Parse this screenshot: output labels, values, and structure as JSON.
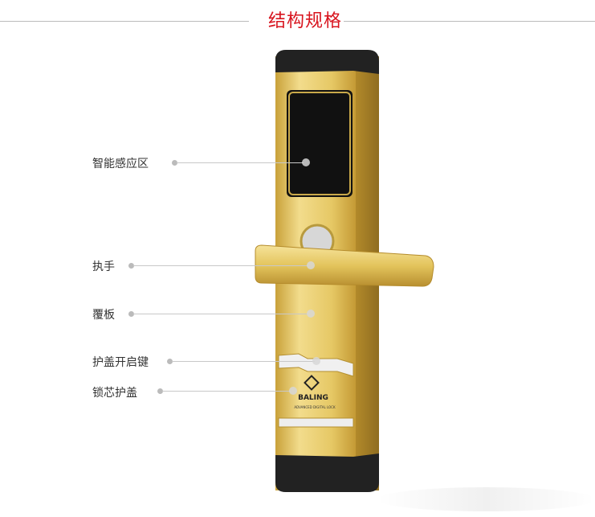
{
  "title": "结构规格",
  "labels": [
    "智能感应区",
    "执手",
    "覆板",
    "护盖开启键",
    "锁芯护盖"
  ],
  "brand": {
    "name": "BALING",
    "tagline": "ADVANCED DIGITAL LOCK"
  },
  "colors": {
    "title": "#d8141e",
    "gold": "#e3c25a",
    "cap": "#222222"
  }
}
